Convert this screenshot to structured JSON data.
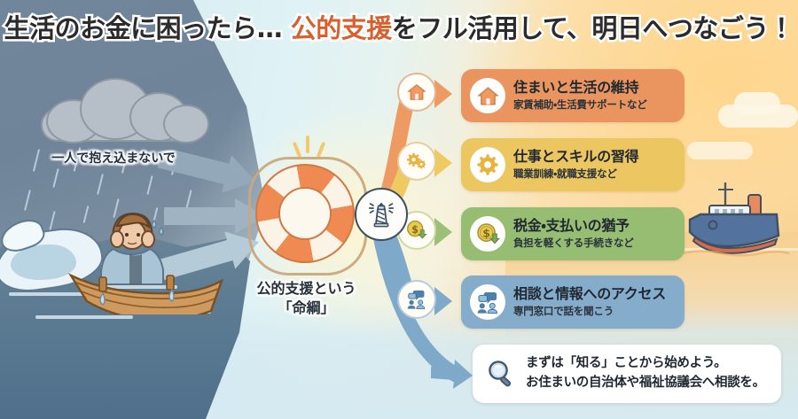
{
  "title": {
    "part1": "生活のお金に困ったら… ",
    "highlight": "公的支援",
    "part2": "をフル活用して、明日へつなごう！",
    "highlight_color": "#d95f2e"
  },
  "left_scene": {
    "caption": "一人で抱え込まないで",
    "icons": [
      "storm-cloud-icon",
      "rain-icon",
      "wave-icon",
      "rowboat-icon",
      "worried-person-icon",
      "gray-arrow-icon"
    ]
  },
  "center": {
    "caption_line1": "公的支援という",
    "caption_line2": "「命綱」",
    "icons": [
      "lifebuoy-icon",
      "lighthouse-badge-icon",
      "sparkle-icon"
    ]
  },
  "right_scene": {
    "icons": [
      "ship-icon",
      "cloud-icon",
      "sunset-sea-icon"
    ]
  },
  "cards": [
    {
      "id": "housing",
      "title": "住まいと生活の維持",
      "subtitle": "家賃補助・生活費サポートなど",
      "color": "#ea9460",
      "icon": "house-icon",
      "node_icon": "house-icon",
      "ribbon_color": "#ee9a63"
    },
    {
      "id": "work-skills",
      "title": "仕事とスキルの習得",
      "subtitle": "職業訓練・就職支援など",
      "color": "#ecc661",
      "icon": "gear-icon",
      "node_icon": "gears-icon",
      "ribbon_color": "#efc961"
    },
    {
      "id": "tax-deferral",
      "title": "税金・支払いの猶予",
      "subtitle": "負担を軽くする手続きなど",
      "color": "#97bd72",
      "icon": "coin-down-arrow-icon",
      "node_icon": "coin-down-arrow-icon",
      "ribbon_color": "#9cc077"
    },
    {
      "id": "consultation",
      "title": "相談と情報へのアクセス",
      "subtitle": "専門窓口で話を聞こう",
      "color": "#86accb",
      "icon": "people-chat-icon",
      "node_icon": "people-chat-icon",
      "ribbon_color": "#7fa9c9"
    }
  ],
  "cta": {
    "line1": "まずは「知る」ことから始めよう。",
    "line2": "お住まいの自治体や福祉協議会へ相談を。",
    "icon": "magnifier-icon",
    "ribbon_color": "#7fa9c9",
    "background": "#ffffff"
  },
  "palette": {
    "storm": "#72869b",
    "sky_left": "#cfe6f0",
    "sky_right": "#f9cf91",
    "bottom": "#d6eaf1",
    "buoy_orange": "#ef8a52",
    "lighthouse_navy": "#3a4f60"
  }
}
